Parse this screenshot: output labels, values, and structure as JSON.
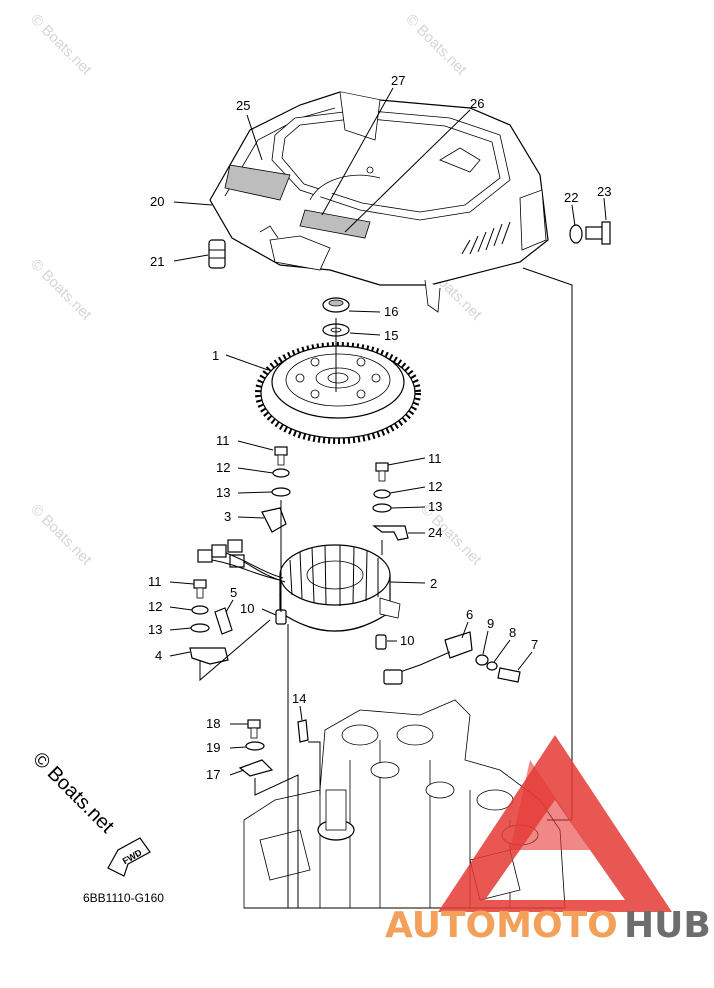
{
  "watermark_text": "© Boats.net",
  "diagram_code": "6BB1110-G160",
  "fwd_label": "FWD",
  "copyright": "© Boats.net",
  "brand": {
    "part1": "AUTOMOTO",
    "part2": "HUB"
  },
  "colors": {
    "brand_red": "#e53935",
    "brand_orange": "#f3a05a",
    "brand_grey": "#6d6d6d",
    "watermark": "#d6d6d6"
  },
  "callouts": [
    {
      "id": "c25",
      "text": "25"
    },
    {
      "id": "c27",
      "text": "27"
    },
    {
      "id": "c26",
      "text": "26"
    },
    {
      "id": "c20",
      "text": "20"
    },
    {
      "id": "c21",
      "text": "21"
    },
    {
      "id": "c22",
      "text": "22"
    },
    {
      "id": "c23",
      "text": "23"
    },
    {
      "id": "c16",
      "text": "16"
    },
    {
      "id": "c15",
      "text": "15"
    },
    {
      "id": "c1",
      "text": "1"
    },
    {
      "id": "c11a",
      "text": "11"
    },
    {
      "id": "c12a",
      "text": "12"
    },
    {
      "id": "c13a",
      "text": "13"
    },
    {
      "id": "c3",
      "text": "3"
    },
    {
      "id": "c11b",
      "text": "11"
    },
    {
      "id": "c12b",
      "text": "12"
    },
    {
      "id": "c13b",
      "text": "13"
    },
    {
      "id": "c24",
      "text": "24"
    },
    {
      "id": "c2",
      "text": "2"
    },
    {
      "id": "c11c",
      "text": "11"
    },
    {
      "id": "c5",
      "text": "5"
    },
    {
      "id": "c12c",
      "text": "12"
    },
    {
      "id": "c10a",
      "text": "10"
    },
    {
      "id": "c13c",
      "text": "13"
    },
    {
      "id": "c4",
      "text": "4"
    },
    {
      "id": "c10b",
      "text": "10"
    },
    {
      "id": "c6",
      "text": "6"
    },
    {
      "id": "c9",
      "text": "9"
    },
    {
      "id": "c8",
      "text": "8"
    },
    {
      "id": "c7",
      "text": "7"
    },
    {
      "id": "c14",
      "text": "14"
    },
    {
      "id": "c18",
      "text": "18"
    },
    {
      "id": "c19",
      "text": "19"
    },
    {
      "id": "c17",
      "text": "17"
    }
  ]
}
